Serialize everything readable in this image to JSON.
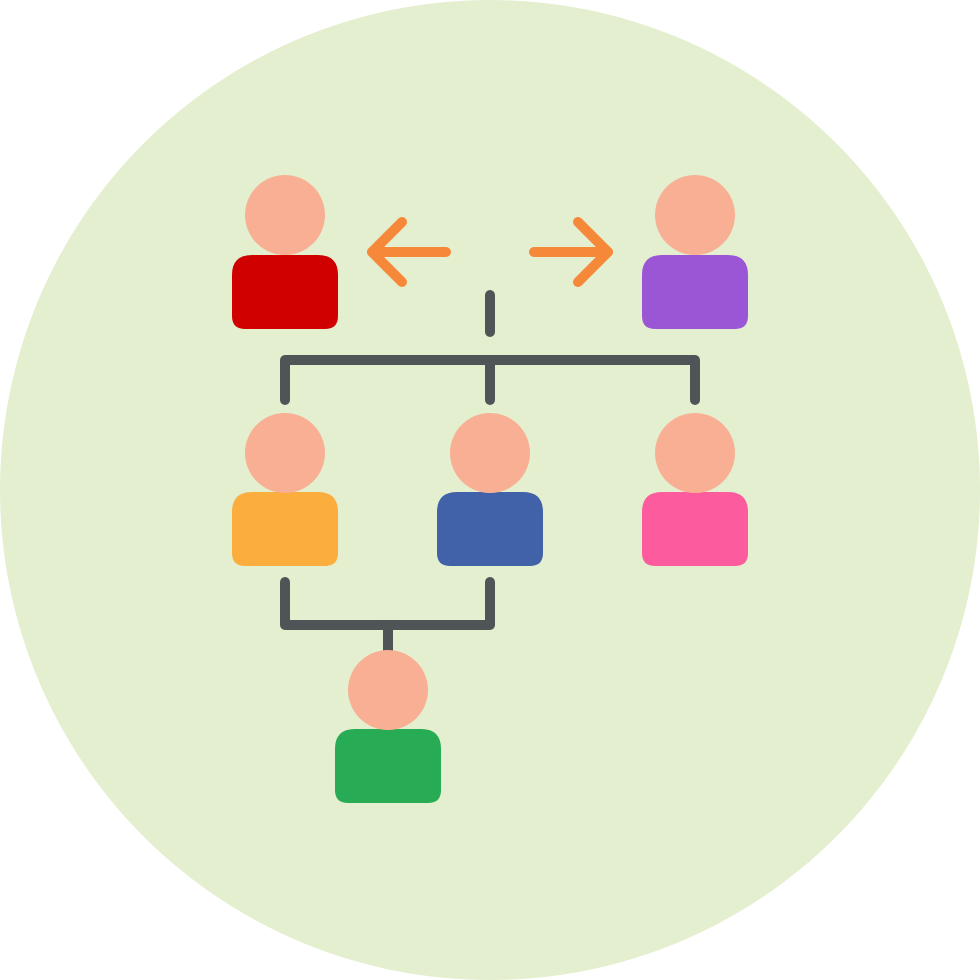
{
  "icon": {
    "name": "family-tree-icon",
    "colors": {
      "background_circle": "#E3EFCF",
      "connector_line": "#4F5557",
      "arrow": "#F6883A",
      "head": "#F9AF93"
    },
    "people": [
      {
        "name": "top-left-person",
        "body_color": "#D00000"
      },
      {
        "name": "top-right-person",
        "body_color": "#9B56D6"
      },
      {
        "name": "middle-left-person",
        "body_color": "#FBAE3E"
      },
      {
        "name": "middle-center-person",
        "body_color": "#4161A8"
      },
      {
        "name": "middle-right-person",
        "body_color": "#FC5C9D"
      },
      {
        "name": "bottom-person",
        "body_color": "#27AB54"
      }
    ]
  }
}
